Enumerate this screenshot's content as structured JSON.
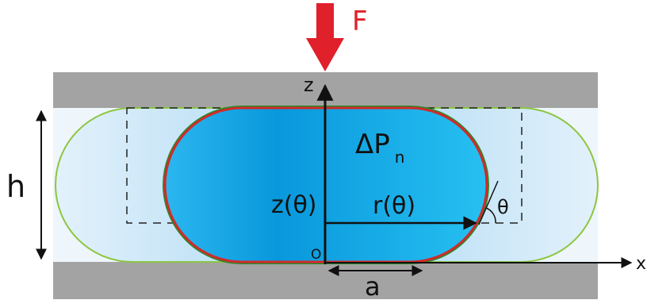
{
  "labels": {
    "force": "F",
    "z_axis": "z",
    "x_axis": "x",
    "origin": "O",
    "height": "h",
    "pressure_main": "ΔP",
    "pressure_sub": "n",
    "z_theta": "z(θ)",
    "r_theta": "r(θ)",
    "theta": "θ",
    "contact_radius": "a"
  },
  "colors": {
    "plate": "#a3a3a3",
    "gap": "#eef5fb",
    "outer_bubble_fill": "#bfe0f5",
    "outer_bubble_stroke": "#8cc63f",
    "inner_bubble_dark": "#0aa6e6",
    "inner_bubble_light": "#28b9ef",
    "inner_bubble_stroke_red": "#d12a2a",
    "inner_bubble_stroke_green": "#2a8a2a",
    "force_arrow": "#e0202a",
    "ink": "#111111"
  }
}
